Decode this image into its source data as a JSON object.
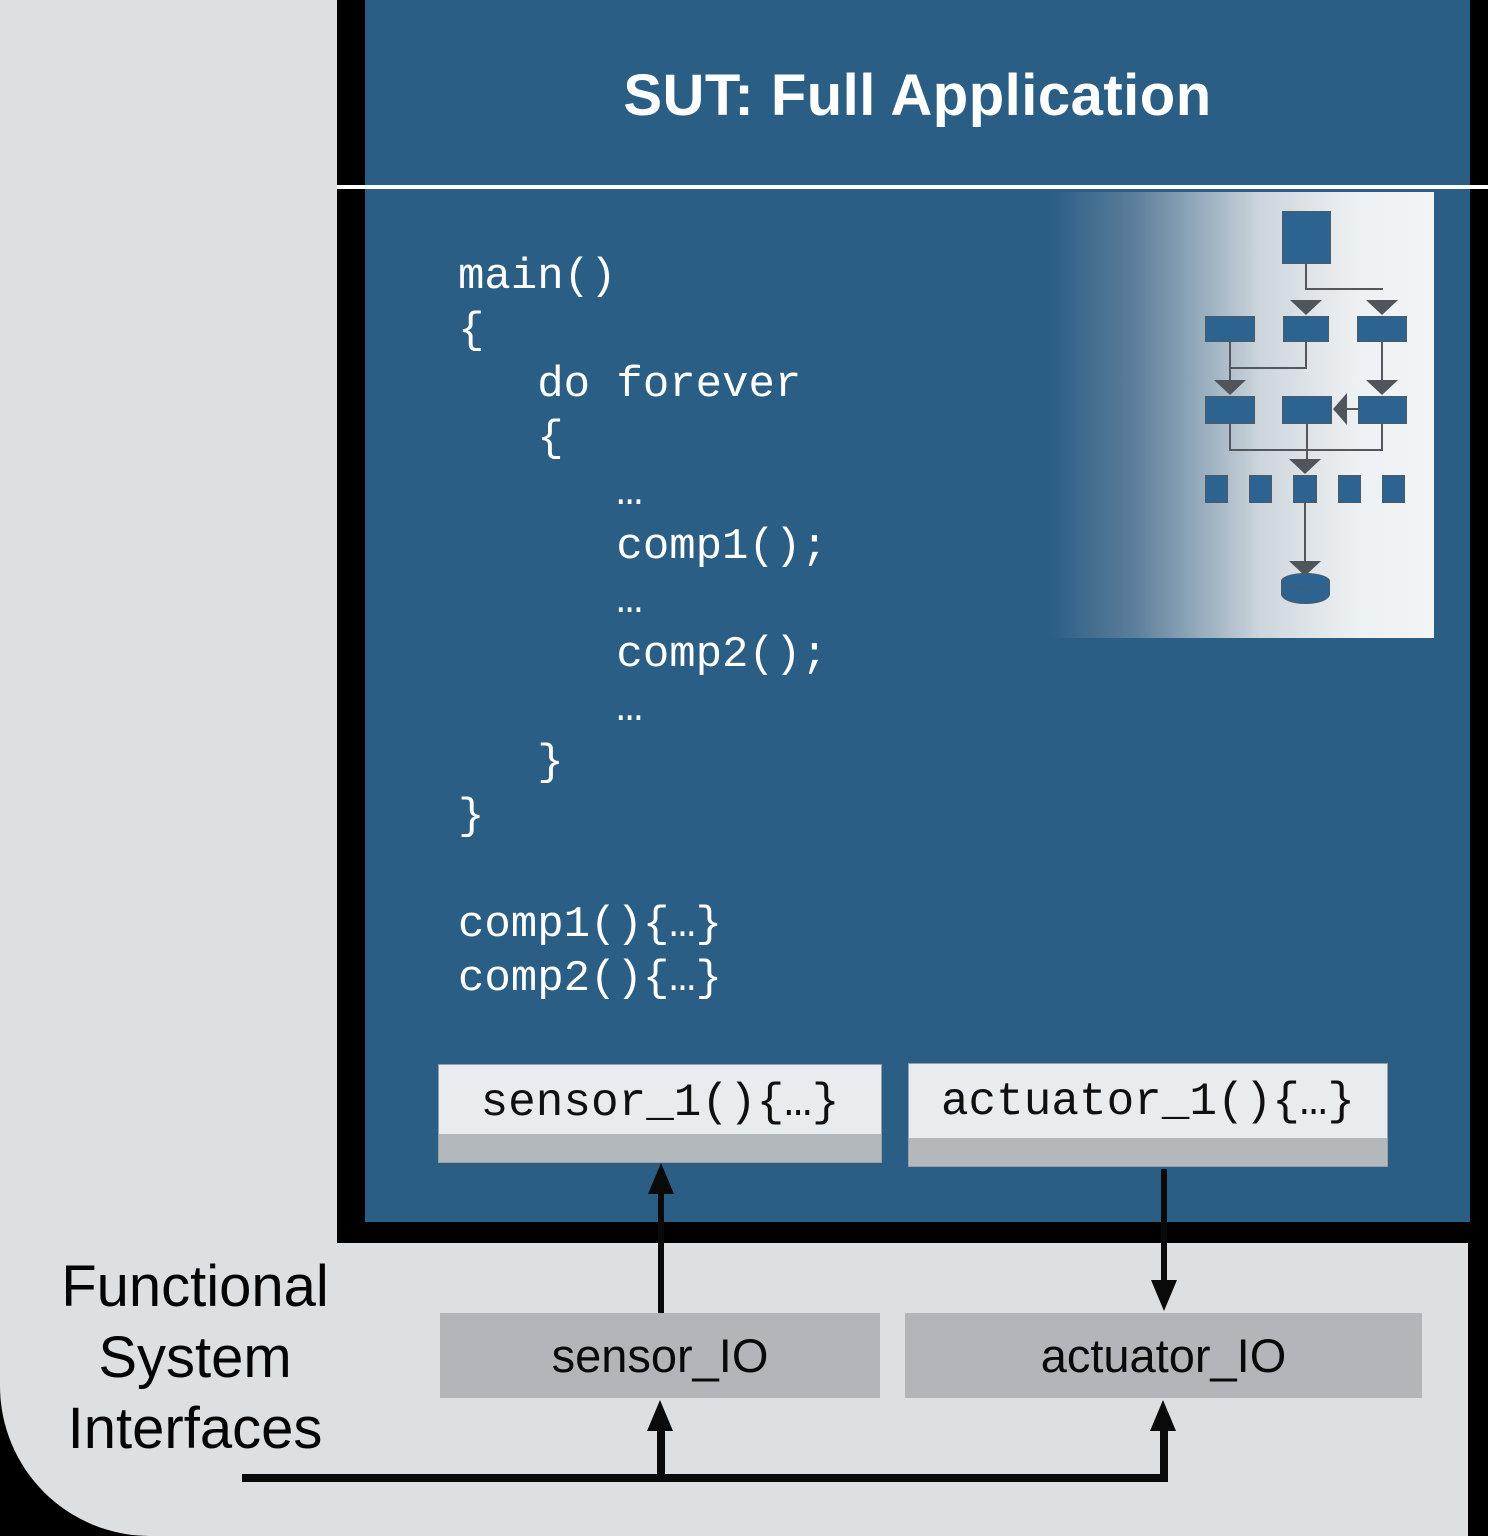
{
  "sut": {
    "title": "SUT: Full Application",
    "code_lines": [
      "main()",
      "{",
      "   do forever",
      "   {",
      "      …",
      "      comp1();",
      "      …",
      "      comp2();",
      "      …",
      "   }",
      "}",
      "",
      "comp1(){…}",
      "comp2(){…}"
    ],
    "sensor_function_label": "sensor_1(){…}",
    "actuator_function_label": "actuator_1(){…}"
  },
  "interfaces": {
    "heading_lines": [
      "Functional",
      "System",
      "Interfaces"
    ],
    "sensor_io_label": "sensor_IO",
    "actuator_io_label": "actuator_IO"
  },
  "colors": {
    "page_background": "#000000",
    "slide_background": "#dce0e3",
    "sut_blue": "#2b5e85",
    "divider_white": "#ffffff",
    "code_text": "#ffffff",
    "chip_background": "#e9ecee",
    "chip_strip": "#b2b8bc",
    "io_box_background": "#b2b6ba",
    "flow_node_blue": "#2d6390",
    "flow_connector_gray": "#54585c",
    "arrow_black": "#0a0a0a"
  }
}
